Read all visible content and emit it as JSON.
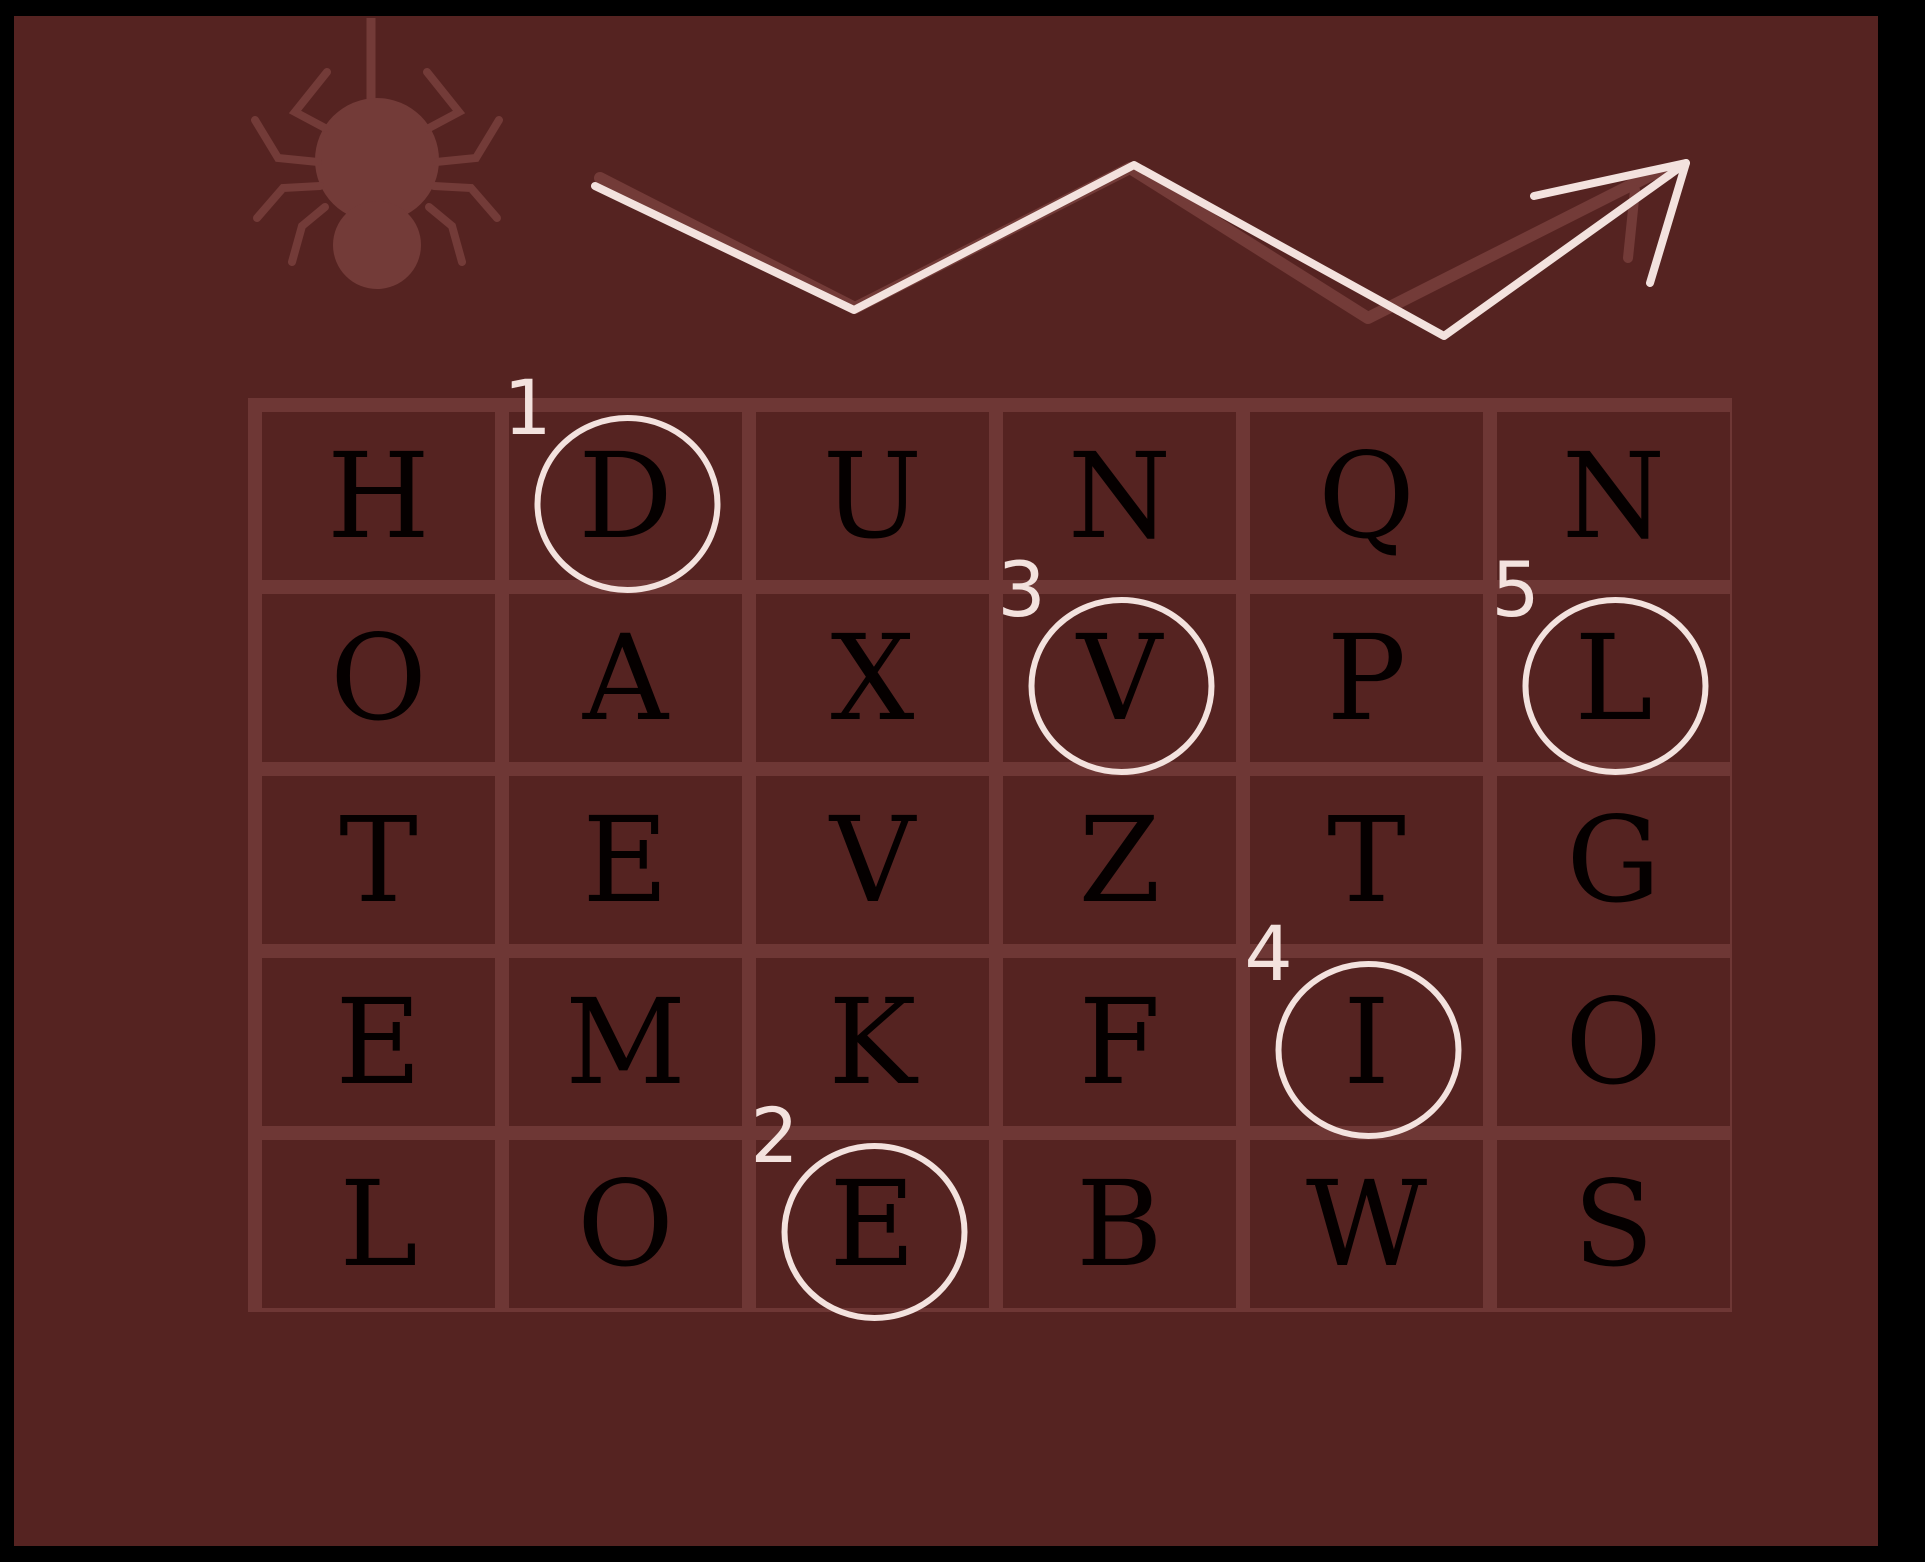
{
  "puzzle": {
    "grid": [
      [
        "H",
        "D",
        "U",
        "N",
        "Q",
        "N"
      ],
      [
        "O",
        "A",
        "X",
        "V",
        "P",
        "L"
      ],
      [
        "T",
        "E",
        "V",
        "Z",
        "T",
        "G"
      ],
      [
        "E",
        "M",
        "K",
        "F",
        "I",
        "O"
      ],
      [
        "L",
        "O",
        "E",
        "B",
        "W",
        "S"
      ]
    ],
    "marked_cells": [
      {
        "order": "1",
        "row": 0,
        "col": 1
      },
      {
        "order": "2",
        "row": 4,
        "col": 2
      },
      {
        "order": "3",
        "row": 1,
        "col": 3
      },
      {
        "order": "4",
        "row": 3,
        "col": 4
      },
      {
        "order": "5",
        "row": 1,
        "col": 5
      }
    ],
    "colors": {
      "background": "#552321",
      "grid_lines": "#6e3735",
      "chalk": "#f3e2de",
      "decor": "#733b38",
      "letters": "#050000"
    },
    "icons": [
      "spider-icon",
      "zigzag-arrow-icon"
    ]
  }
}
